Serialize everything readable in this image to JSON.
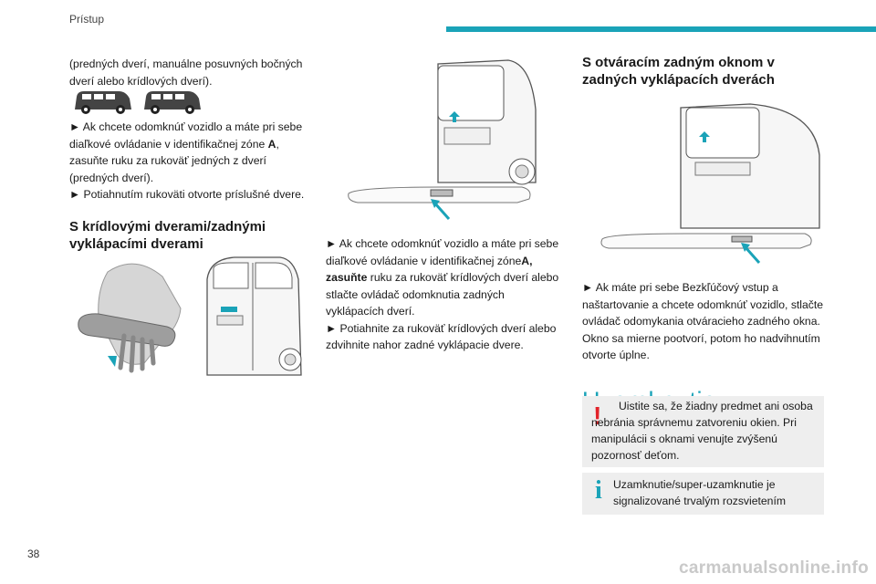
{
  "header": {
    "title": "Prístup"
  },
  "page_number": "38",
  "col1": {
    "intro": "(predných dverí, manuálne posuvných bočných dverí alebo krídlových dverí).",
    "para1_a": "► Ak chcete odomknúť vozidlo a máte pri sebe diaľkové ovládanie v identifikačnej zóne ",
    "para1_bold": "A",
    "para1_b": ", zasuňte ruku za rukoväť jedných z dverí (predných dverí).",
    "para2": "► Potiahnutím rukoväti otvorte príslušné dvere.",
    "heading": "S krídlovými dverami/zadnými vyklápacími dverami"
  },
  "col2": {
    "para1_a": "► Ak chcete odomknúť vozidlo a máte pri sebe diaľkové ovládanie v identifikačnej zóne",
    "para1_bold1": "A,",
    "para1_bold2": "zasuňte",
    "para1_b": " ruku za rukoväť krídlových dverí alebo stlačte ovládač odomknutia zadných vyklápacích dverí.",
    "para2": "► Potiahnite za rukoväť krídlových dverí alebo zdvihnite nahor zadné vyklápacie dvere."
  },
  "col3": {
    "heading": "S otváracím zadným oknom v zadných vyklápacích dverách",
    "para": "► Ak máte pri sebe Bezkľúčový vstup a naštartovanie a chcete odomknúť vozidlo, stlačte ovládač odomykania otváracieho zadného okna. Okno sa mierne pootvorí, potom ho nadvihnutím otvorte úplne.",
    "section_title": "Uzamknutie",
    "warning_text": "Uistite sa, že žiadny predmet ani osoba nebránia správnemu zatvoreniu okien. Pri manipulácii s oknami venujte zvýšenú pozornosť deťom.",
    "info_text": "Uzamknutie/super-uzamknutie je signalizované trvalým rozsvietením"
  },
  "icons": {
    "warning": "!",
    "info": "i"
  },
  "footer": {
    "watermark": "carmanualsonline.info"
  },
  "colors": {
    "accent": "#1aa3b8",
    "warning": "#e2232a",
    "box": "#eeeeee"
  }
}
